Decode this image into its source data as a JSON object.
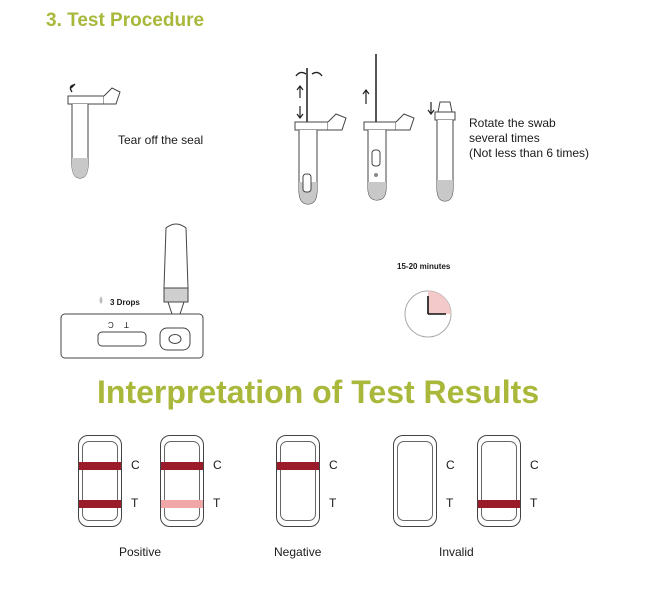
{
  "colors": {
    "heading": "#a9b83a",
    "line_dark": "#9a1c2a",
    "line_faint": "#f0a7a8",
    "clock_fill": "#f3c9c9"
  },
  "procedure": {
    "title": "3. Test Procedure",
    "tear_text": "Tear off the seal",
    "rotate_lines": [
      "Rotate the swab",
      "several times",
      "(Not less than 6 times)"
    ],
    "drops_label": "3 Drops",
    "well_c": "C",
    "well_t": "T",
    "timer_label": "15-20 minutes",
    "timer_fraction": 0.25
  },
  "results": {
    "title": "Interpretation of Test Results",
    "strip_marks": {
      "c": "C",
      "t": "T"
    },
    "groups": [
      {
        "label": "Positive"
      },
      {
        "label": "Negative"
      },
      {
        "label": "Invalid"
      }
    ],
    "strips": [
      {
        "group": "Positive",
        "c_line": "strong",
        "t_line": "strong"
      },
      {
        "group": "Positive",
        "c_line": "strong",
        "t_line": "faint"
      },
      {
        "group": "Negative",
        "c_line": "strong",
        "t_line": "none"
      },
      {
        "group": "Invalid",
        "c_line": "none",
        "t_line": "none"
      },
      {
        "group": "Invalid",
        "c_line": "none",
        "t_line": "strong"
      }
    ]
  }
}
